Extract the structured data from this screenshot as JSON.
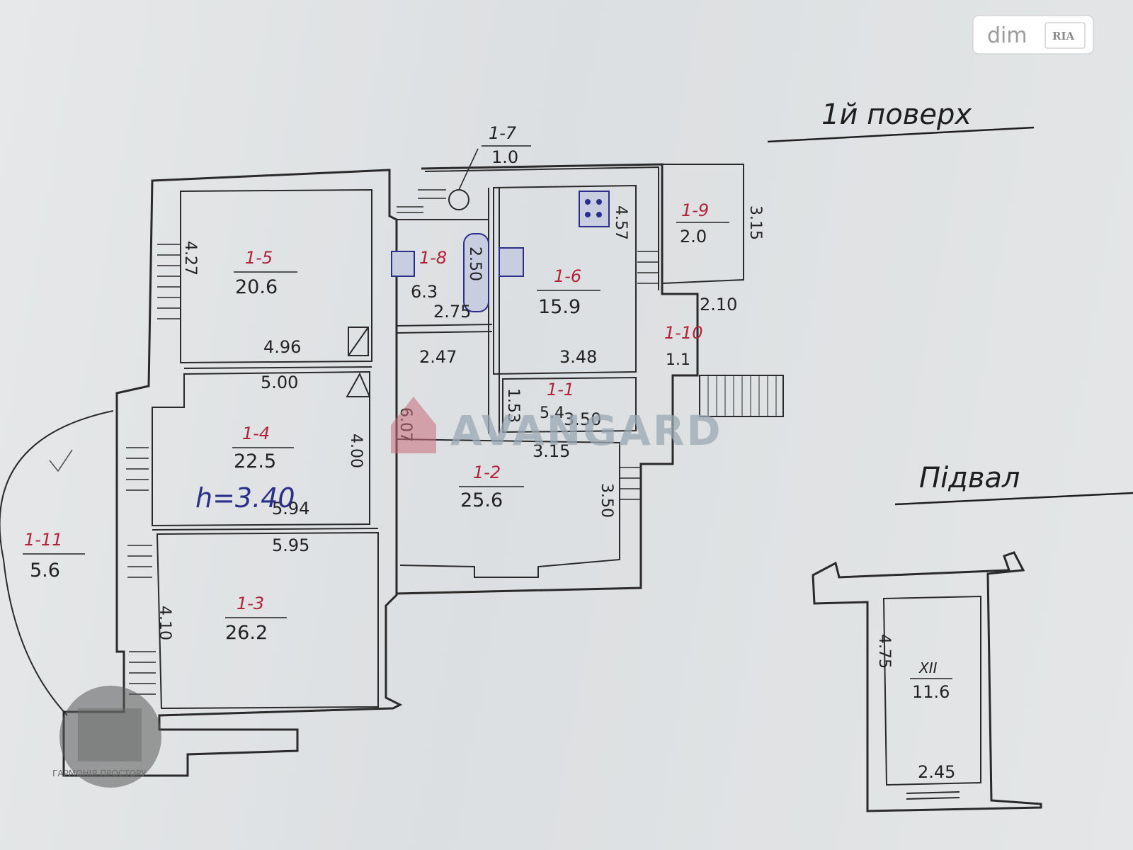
{
  "logo": {
    "brand": "dim",
    "badge": "RIA"
  },
  "watermark": {
    "text": "AVANGARD"
  },
  "floors": [
    {
      "label": "1й поверх"
    },
    {
      "label": "Підвал"
    }
  ],
  "rooms": [
    {
      "id": "1-2",
      "area": "25.6"
    },
    {
      "id": "1-3",
      "area": "26.2"
    },
    {
      "id": "1-4",
      "area": "22.5"
    },
    {
      "id": "1-5",
      "area": "20.6"
    },
    {
      "id": "1-6",
      "area": "15.9"
    },
    {
      "id": "1-7",
      "area": "1.0"
    },
    {
      "id": "1-8",
      "area": "6.3"
    },
    {
      "id": "1-9",
      "area": "2.0"
    },
    {
      "id": "1-10",
      "area": "1.1"
    },
    {
      "id": "1-1",
      "area": "5.4"
    },
    {
      "id": "1-11",
      "area": "5.6"
    },
    {
      "id": "XII",
      "area": "11.6"
    }
  ],
  "dimensions": {
    "d496": "4.96",
    "d500": "5.00",
    "d594": "5.94",
    "d595": "5.95",
    "d400": "4.00",
    "d410": "4.10",
    "d427": "4.27",
    "d457": "4.57",
    "d348": "3.48",
    "d350a": "3.50",
    "d350b": "3.50",
    "d315a": "3.15",
    "d315b": "3.15",
    "d247": "2.47",
    "d275": "2.75",
    "d210": "2.10",
    "d153": "1.53",
    "d607": "6.07",
    "d245": "2.45",
    "d475": "4.75",
    "d250": "2.50"
  },
  "ceiling_note": "h=3.40",
  "bottom_logo": {
    "text": "ГАРМОНІЯ ПРОСТОРУ"
  }
}
